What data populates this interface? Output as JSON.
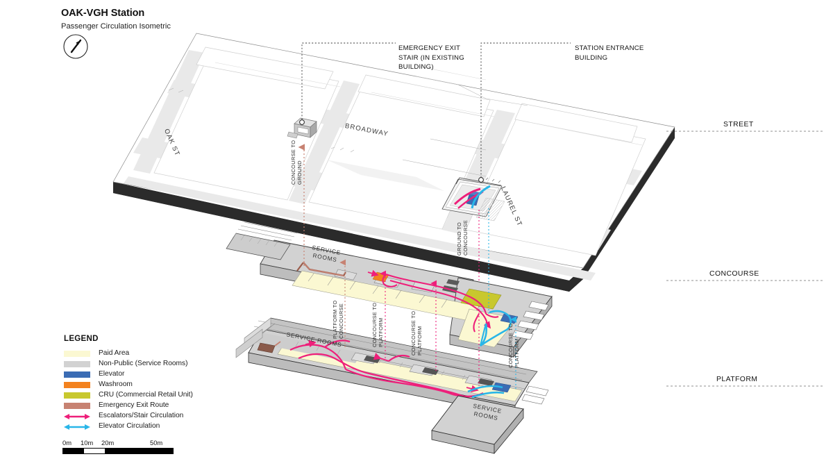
{
  "title": {
    "main": "OAK-VGH Station",
    "subtitle": "Passenger Circulation Isometric"
  },
  "north_arrow": {
    "name": "north-arrow"
  },
  "levels": [
    {
      "id": "street",
      "label": "STREET"
    },
    {
      "id": "concourse",
      "label": "CONCOURSE"
    },
    {
      "id": "platform",
      "label": "PLATFORM"
    }
  ],
  "callouts": [
    {
      "id": "emergency-exit-stair",
      "label": "EMERGENCY EXIT\nSTAIR (IN EXISTING\nBUILDING)"
    },
    {
      "id": "station-entrance-building",
      "label": "STATION ENTRANCE\nBUILDING"
    }
  ],
  "street_names": [
    {
      "id": "oak-st",
      "label": "OAK ST"
    },
    {
      "id": "broadway",
      "label": "BROADWAY"
    },
    {
      "id": "laurel-st",
      "label": "LAUREL ST"
    }
  ],
  "circulation_labels": [
    {
      "id": "concourse-to-ground",
      "label": "CONCOURSE TO\nGROUND"
    },
    {
      "id": "ground-to-concourse",
      "label": "GROUND TO\nCONCOURSE"
    },
    {
      "id": "platform-to-concourse",
      "label": "PLATFORM TO\nCONCOURSE"
    },
    {
      "id": "concourse-to-platform-1",
      "label": "CONCOURSE TO\nPLATFORM"
    },
    {
      "id": "concourse-to-platform-2",
      "label": "CONCOURSE TO\nPLATFORM"
    },
    {
      "id": "concourse-to-platform-3",
      "label": "CONCOURSE TO\nPLATFORM"
    }
  ],
  "room_labels": [
    {
      "id": "concourse-service-rooms",
      "label": "SERVICE\nROOMS"
    },
    {
      "id": "platform-service-rooms-west",
      "label": "SERVICE ROOMS"
    },
    {
      "id": "platform-service-rooms-east",
      "label": "SERVICE\nROOMS"
    }
  ],
  "legend": {
    "title": "LEGEND",
    "items": [
      {
        "id": "paid-area",
        "label": "Paid Area",
        "color": "#fbf8d2",
        "type": "swatch"
      },
      {
        "id": "non-public",
        "label": "Non-Public (Service Rooms)",
        "color": "#d2d2d2",
        "type": "swatch"
      },
      {
        "id": "elevator",
        "label": "Elevator",
        "color": "#3b6cb4",
        "type": "swatch"
      },
      {
        "id": "washroom",
        "label": "Washroom",
        "color": "#f3821f",
        "type": "swatch"
      },
      {
        "id": "cru",
        "label": "CRU (Commercial Retail Unit)",
        "color": "#c8c82e",
        "type": "swatch"
      },
      {
        "id": "emergency-exit",
        "label": "Emergency Exit Route",
        "color": "#c78272",
        "type": "swatch"
      },
      {
        "id": "escalator-stair",
        "label": "Escalators/Stair Circulation",
        "color": "#ee1f7a",
        "type": "arrow"
      },
      {
        "id": "elevator-circ",
        "label": "Elevator Circulation",
        "color": "#29b6e8",
        "type": "arrow"
      }
    ]
  },
  "scalebar": {
    "ticks": [
      {
        "label": "0m",
        "pos": 0
      },
      {
        "label": "10m",
        "pos": 30
      },
      {
        "label": "20m",
        "pos": 60
      },
      {
        "label": "50m",
        "pos": 140
      }
    ]
  },
  "colors": {
    "paid_area": "#fbf8d2",
    "service_grey": "#d2d2d2",
    "elevator_blue": "#3b6cb4",
    "washroom_orange": "#f3821f",
    "cru_olive": "#c8c82e",
    "exit_brown": "#c78272",
    "escalator_pink": "#ee1f7a",
    "elevator_cyan": "#29b6e8",
    "street_fill": "#ffffff",
    "block_fill": "#e8e8e8",
    "slab_edge": "#2b2b2b"
  }
}
